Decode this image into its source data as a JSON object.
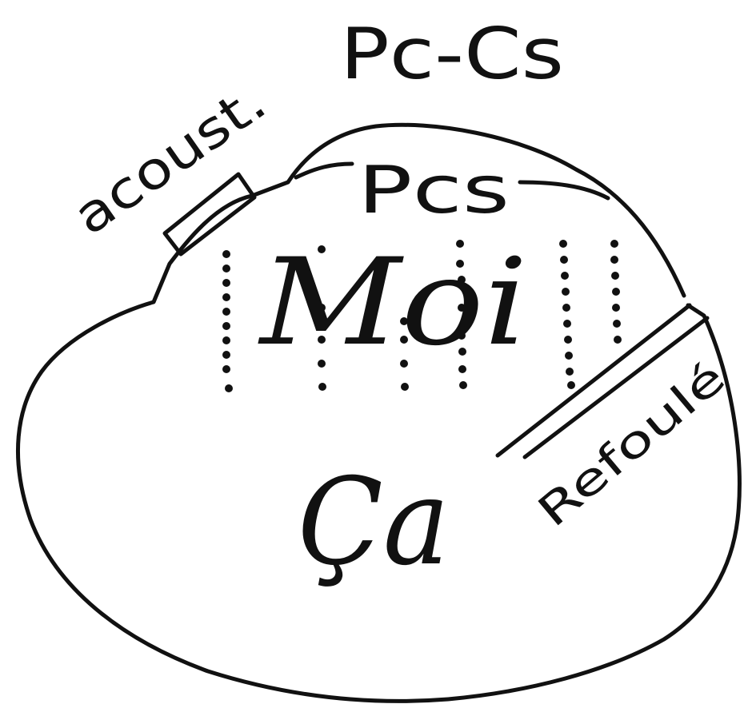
{
  "labels": {
    "pc_cs": "Pc-Cs",
    "acoust": "acoust.",
    "pcs": "Pcs",
    "moi": "Moi",
    "ca": "Ça",
    "refoule": "Refoulé"
  }
}
